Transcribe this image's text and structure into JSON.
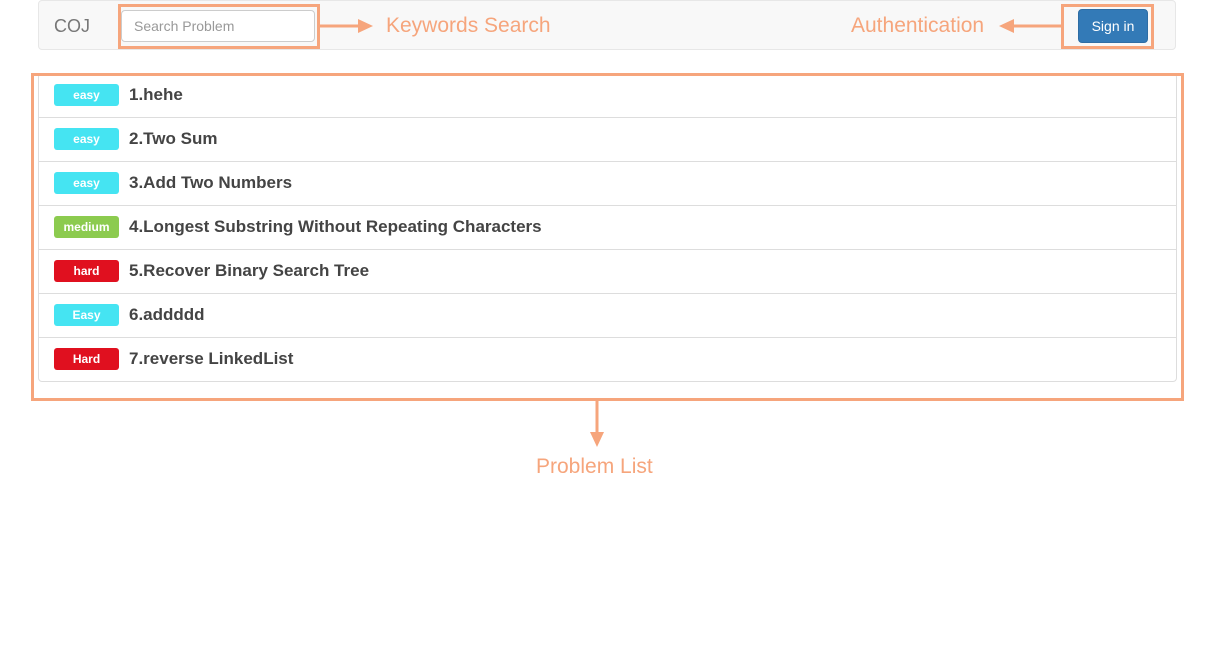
{
  "navbar": {
    "brand": "COJ",
    "search_placeholder": "Search Problem",
    "search_value": "",
    "signin_label": "Sign in"
  },
  "problems": [
    {
      "difficulty": "easy",
      "title": "1.hehe"
    },
    {
      "difficulty": "easy",
      "title": "2.Two Sum"
    },
    {
      "difficulty": "easy",
      "title": "3.Add Two Numbers"
    },
    {
      "difficulty": "medium",
      "title": "4.Longest Substring Without Repeating Characters"
    },
    {
      "difficulty": "hard",
      "title": "5.Recover Binary Search Tree"
    },
    {
      "difficulty": "Easy",
      "title": "6.addddd"
    },
    {
      "difficulty": "Hard",
      "title": "7.reverse LinkedList"
    }
  ],
  "annotations": {
    "search": "Keywords Search",
    "auth": "Authentication",
    "list": "Problem List"
  },
  "colors": {
    "annotation": "#f6a57c",
    "easy": "#45e4f2",
    "medium": "#8ccb4f",
    "hard": "#e0101f",
    "primary_button": "#337ab7"
  }
}
